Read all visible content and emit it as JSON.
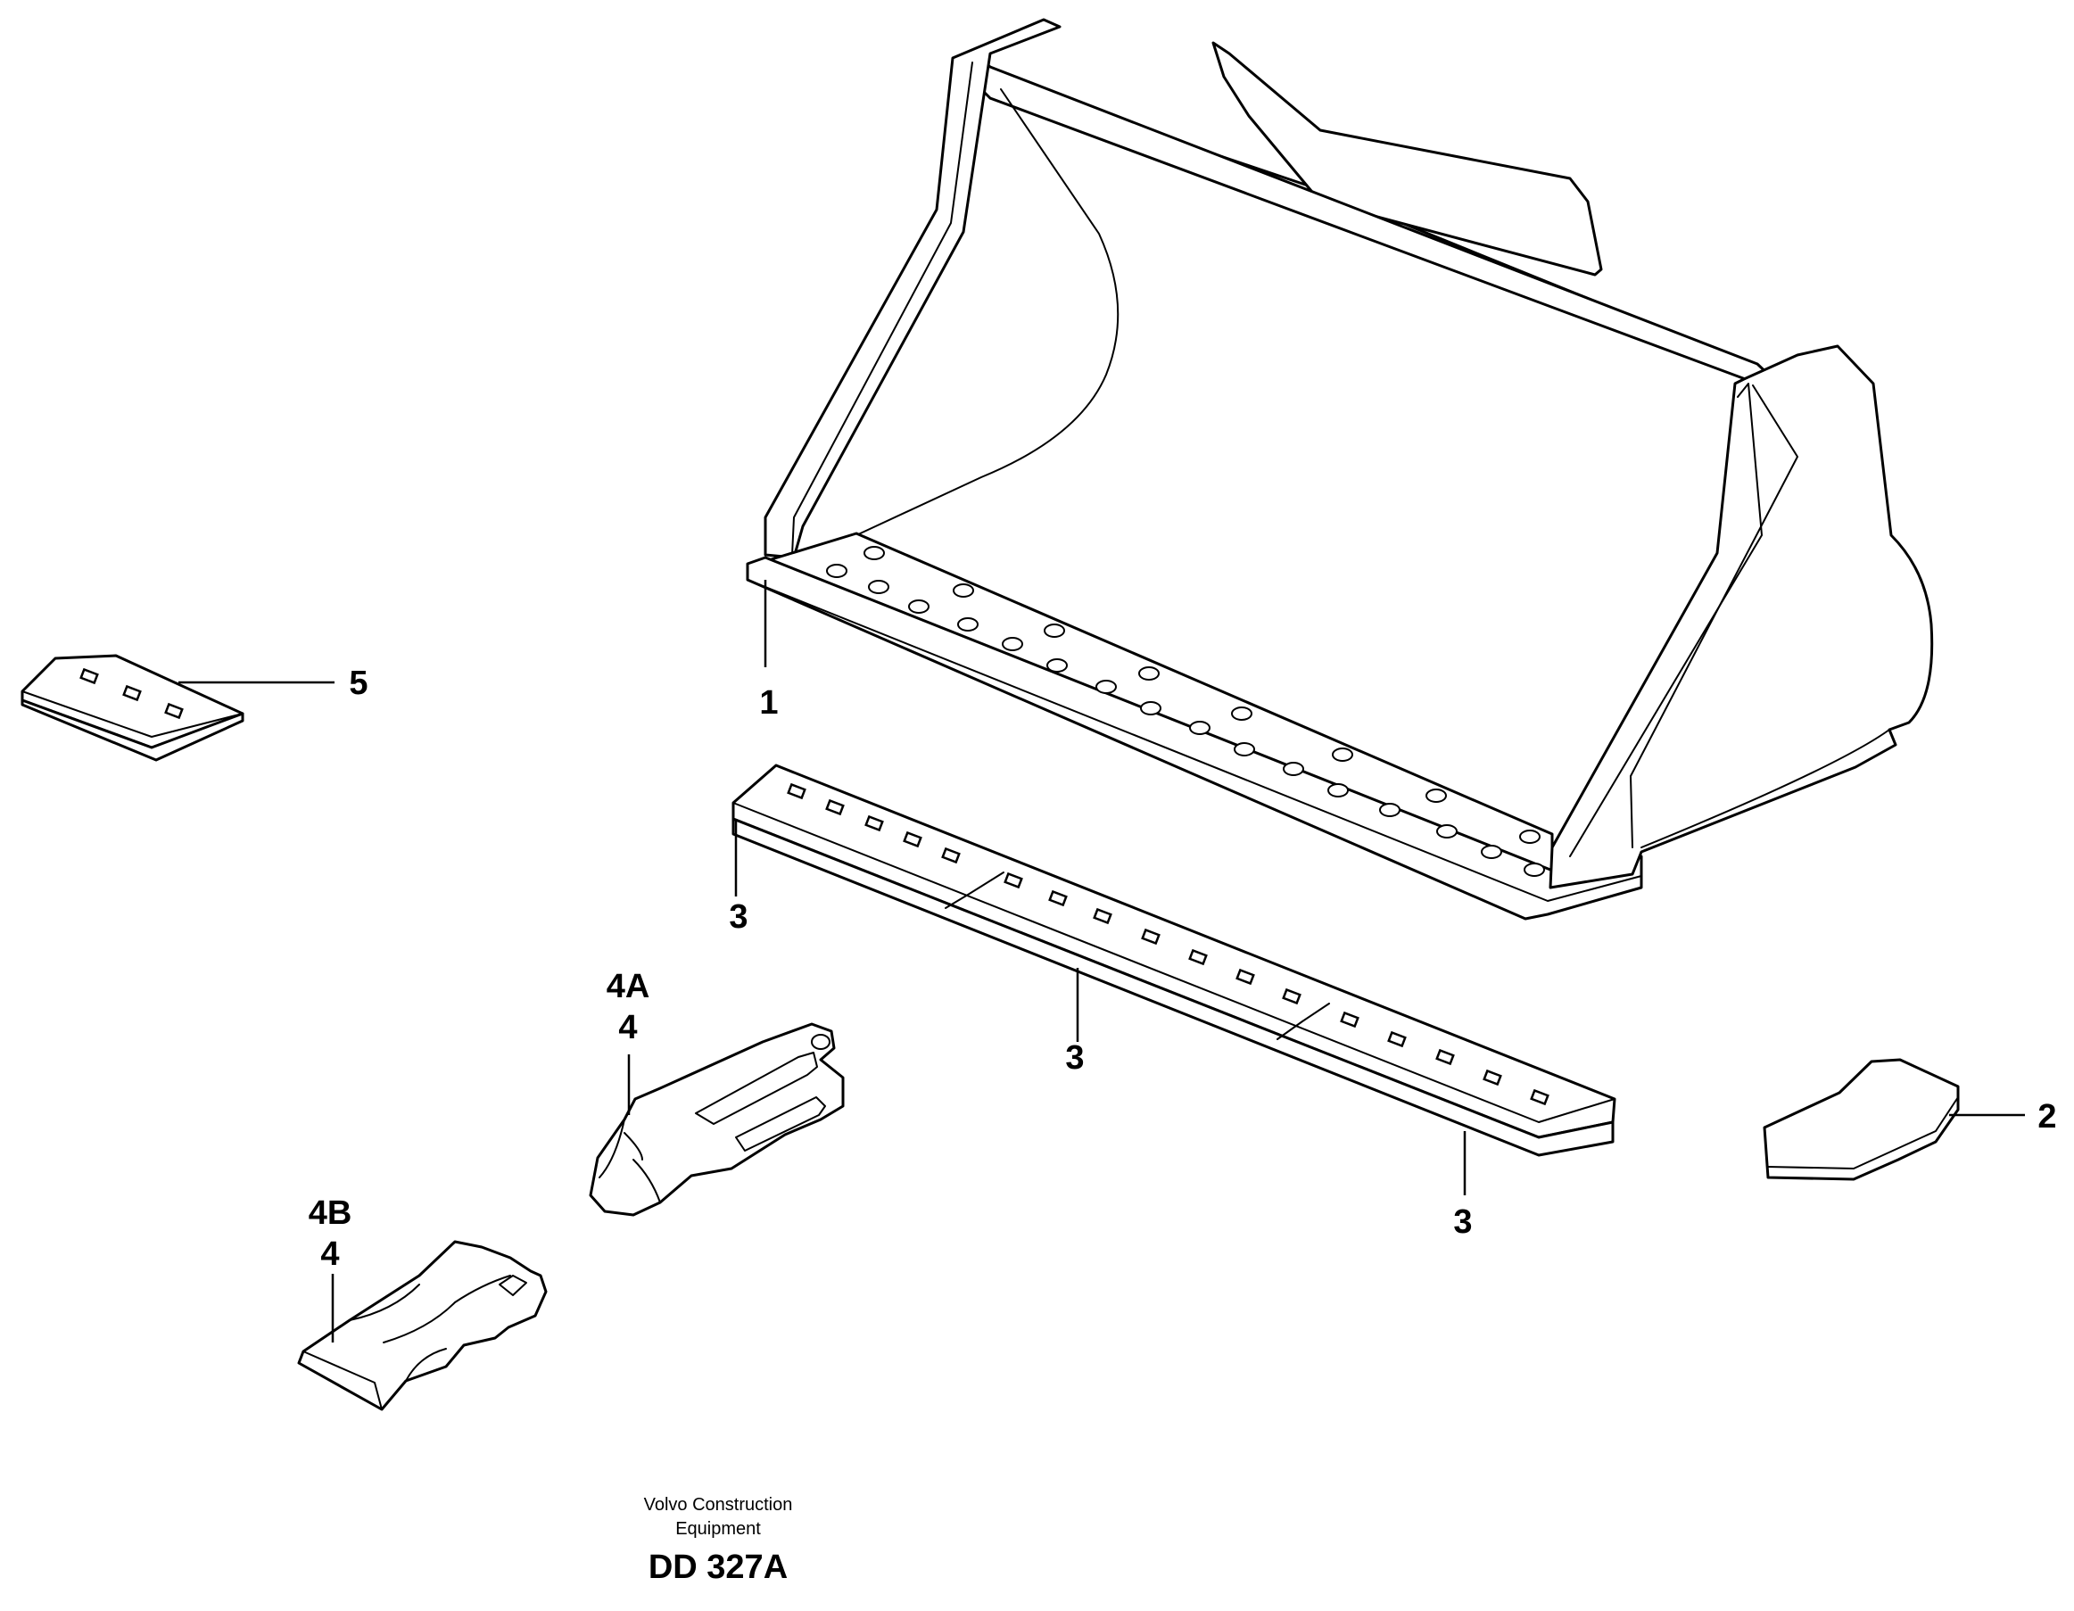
{
  "caption": {
    "line1": "Volvo Construction",
    "line2": "Equipment",
    "code": "DD 327A"
  },
  "callouts": {
    "bucket": "1",
    "side_cutter": "2",
    "edge_left": "3",
    "edge_middle": "3",
    "edge_right": "3",
    "tooth_a_variant": "4A",
    "tooth_a_number": "4",
    "tooth_b_variant": "4B",
    "tooth_b_number": "4",
    "wear_plate": "5"
  }
}
